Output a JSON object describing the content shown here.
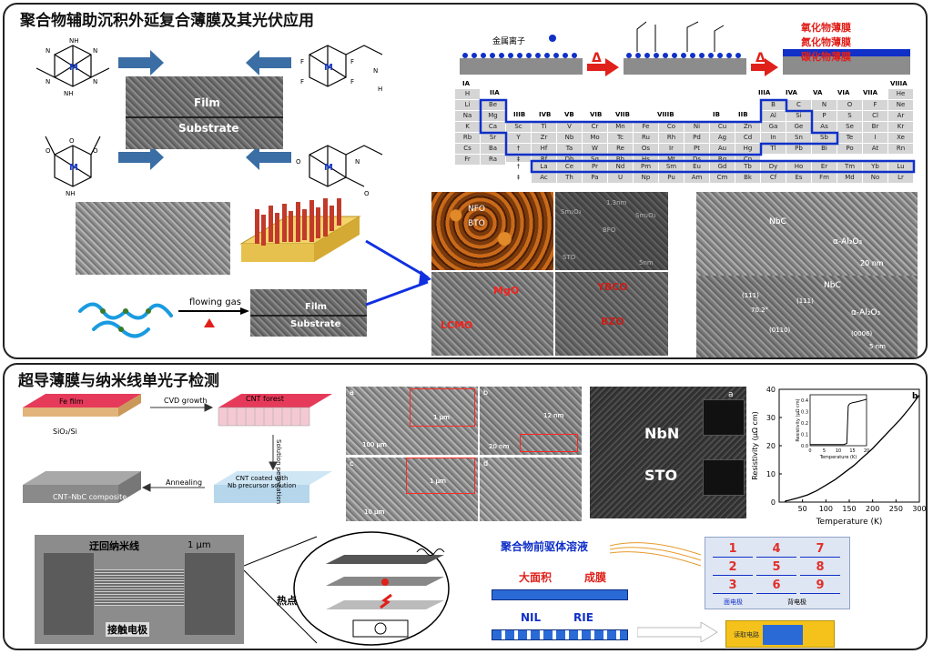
{
  "section1": {
    "title": "聚合物辅助沉积外延复合薄膜及其光伏应用",
    "film_label": "Film",
    "substrate_label": "Substrate",
    "metal_ion_label": "金属离子",
    "delta_symbol": "Δ",
    "product_films": [
      "氧化物薄膜",
      "氮化物薄膜",
      "碳化物薄膜"
    ],
    "flowing_gas_label": "flowing gas",
    "film_label_2": "Film",
    "substrate_label_2": "Substrate",
    "tem_labels": {
      "nfo": "NFO",
      "bto": "BTO",
      "sm2o3_a": "Sm₂O₃",
      "bfo": "BFO",
      "sm2o3_b": "Sm₂O₃",
      "sto": "STO",
      "scale_1_3nm": "1.3nm",
      "scale_5nm": "5nm",
      "mgo": "MgO",
      "lcmo": "LCMO",
      "ybco": "YBCO",
      "bzo": "BZO",
      "nbc_top": "NbC",
      "al2o3_top": "α-Al₂O₃",
      "scale_20nm": "20 nm",
      "nbc_bottom": "NbC",
      "al2o3_bottom": "α-Al₂O₃",
      "index_111a": "(111)",
      "index_111b": "(111)",
      "angle": "70.2°",
      "index_0110": "(0110)",
      "index_0006": "(0006)",
      "scale_5nm_b": "5 nm"
    },
    "periodic_table": {
      "group_headers": [
        "IA",
        "IIA",
        "IIIB",
        "IVB",
        "VB",
        "VIB",
        "VIIB",
        "VIIIB",
        "IB",
        "IIB",
        "IIIA",
        "IVA",
        "VA",
        "VIA",
        "VIIA",
        "VIIIA"
      ],
      "rows": [
        [
          "H",
          "",
          "",
          "",
          "",
          "",
          "",
          "",
          "",
          "",
          "",
          "",
          "",
          "",
          "",
          "",
          "",
          "He"
        ],
        [
          "Li",
          "Be",
          "",
          "",
          "",
          "",
          "",
          "",
          "",
          "",
          "",
          "",
          "B",
          "C",
          "N",
          "O",
          "F",
          "Ne"
        ],
        [
          "Na",
          "Mg",
          "",
          "",
          "",
          "",
          "",
          "",
          "",
          "",
          "",
          "",
          "Al",
          "Si",
          "P",
          "S",
          "Cl",
          "Ar"
        ],
        [
          "K",
          "Ca",
          "Sc",
          "Ti",
          "V",
          "Cr",
          "Mn",
          "Fe",
          "Co",
          "Ni",
          "Cu",
          "Zn",
          "Ga",
          "Ge",
          "As",
          "Se",
          "Br",
          "Kr"
        ],
        [
          "Rb",
          "Sr",
          "Y",
          "Zr",
          "Nb",
          "Mo",
          "Tc",
          "Ru",
          "Rh",
          "Pd",
          "Ag",
          "Cd",
          "In",
          "Sn",
          "Sb",
          "Te",
          "I",
          "Xe"
        ],
        [
          "Cs",
          "Ba",
          "†",
          "Hf",
          "Ta",
          "W",
          "Re",
          "Os",
          "Ir",
          "Pt",
          "Au",
          "Hg",
          "Tl",
          "Pb",
          "Bi",
          "Po",
          "At",
          "Rn"
        ],
        [
          "Fr",
          "Ra",
          "‡",
          "Rf",
          "Db",
          "Sg",
          "Bh",
          "Hs",
          "Mt",
          "Ds",
          "Rg",
          "Cn",
          "",
          "",
          "",
          "",
          "",
          ""
        ]
      ],
      "lanthanides": [
        "†",
        "La",
        "Ce",
        "Pr",
        "Nd",
        "Pm",
        "Sm",
        "Eu",
        "Gd",
        "Tb",
        "Dy",
        "Ho",
        "Er",
        "Tm",
        "Yb",
        "Lu"
      ],
      "actinides": [
        "‡",
        "Ac",
        "Th",
        "Pa",
        "U",
        "Np",
        "Pu",
        "Am",
        "Cm",
        "Bk",
        "Cf",
        "Es",
        "Fm",
        "Md",
        "No",
        "Lr"
      ]
    }
  },
  "section2": {
    "title": "超导薄膜与纳米线单光子检测",
    "process": {
      "fe_film": "Fe film",
      "sio2_si": "SiO₂/Si",
      "cvd_growth": "CVD growth",
      "cnt_forest": "CNT forest",
      "solution_permeation": "Solution permeation",
      "cnt_coated": "CNT coated with\nNb precursor solution",
      "annealing": "Annealing",
      "composite": "CNT–NbC composite"
    },
    "sem_labels": {
      "a": "a",
      "b": "b",
      "c": "c",
      "d": "d",
      "scale_100um": "100 μm",
      "scale_1um_a": "1 μm",
      "scale_20nm": "20 nm",
      "scale_12nm": "12 nm",
      "scale_10um": "10 μm",
      "scale_1um_c": "1 μm"
    },
    "hrtem_labels": {
      "nbn": "NbN",
      "sto": "STO",
      "panel_a": "a"
    },
    "plot": {
      "panel_b": "b",
      "xlabel": "Temperature (K)",
      "ylabel": "Resistivity (μΩ cm)",
      "inset_xlabel": "Temperature (K)",
      "inset_ylabel": "Resistivity (μΩ cm)",
      "x_ticks": [
        "0",
        "50",
        "100",
        "150",
        "200",
        "250",
        "300"
      ],
      "y_ticks": [
        "0",
        "10",
        "20",
        "30",
        "40"
      ],
      "inset_x_ticks": [
        "0",
        "5",
        "10",
        "15",
        "20"
      ],
      "inset_y_ticks": [
        "0.0",
        "0.1",
        "0.2",
        "0.3",
        "0.4"
      ]
    },
    "nanowire": {
      "meander_label": "迂回纳米线",
      "scale_1um": "1 μm",
      "contact_label": "接触电极",
      "hotspot_label": "热点"
    },
    "fabrication": {
      "polymer_precursor": "聚合物前驱体溶液",
      "large_area": "大面积",
      "film_forming": "成膜",
      "nil": "NIL",
      "rie": "RIE",
      "array_numbers": [
        "1",
        "4",
        "7",
        "2",
        "5",
        "8",
        "3",
        "6",
        "9"
      ],
      "front_electrode": "面电极",
      "back_electrode": "背电极",
      "device_label": "读取电路"
    }
  },
  "chart_data": {
    "type": "line",
    "title": "",
    "xlabel": "Temperature (K)",
    "ylabel": "Resistivity (μΩ cm)",
    "xlim": [
      0,
      300
    ],
    "ylim": [
      0,
      40
    ],
    "series": [
      {
        "x": [
          12,
          14,
          20,
          40,
          60,
          80,
          100,
          120,
          140,
          160,
          180,
          200,
          220,
          240,
          260,
          280,
          300
        ],
        "y": [
          0,
          0.4,
          0.6,
          1.5,
          2.5,
          4,
          6,
          8,
          10.5,
          13,
          16,
          19,
          22.5,
          26,
          29.5,
          33.5,
          38
        ]
      }
    ],
    "inset": {
      "xlabel": "Temperature (K)",
      "ylabel": "Resistivity (μΩ cm)",
      "xlim": [
        0,
        20
      ],
      "ylim": [
        0,
        0.45
      ],
      "series": [
        {
          "x": [
            0,
            5,
            10,
            12,
            13,
            13.5,
            14,
            15,
            17,
            20
          ],
          "y": [
            0.01,
            0.01,
            0.01,
            0.01,
            0.02,
            0.35,
            0.37,
            0.38,
            0.39,
            0.41
          ]
        }
      ]
    }
  }
}
